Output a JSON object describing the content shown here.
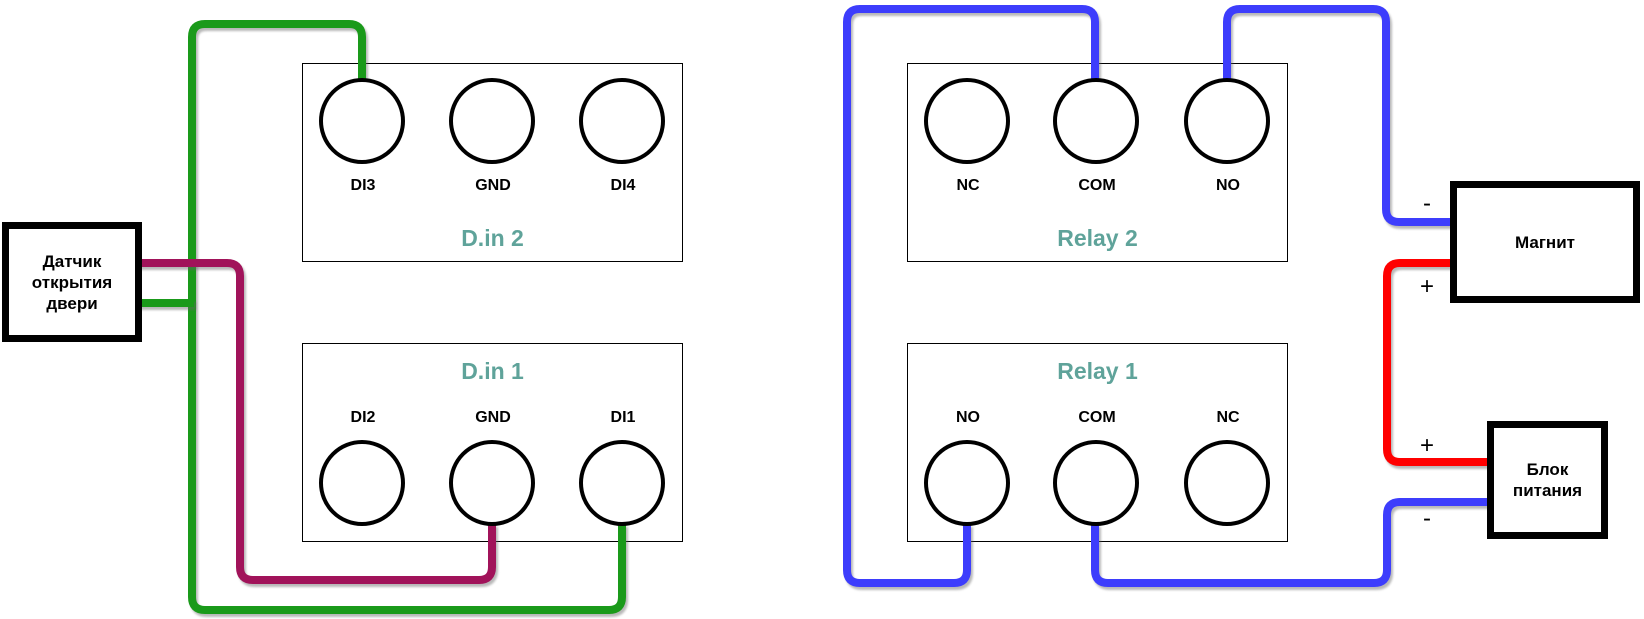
{
  "colors": {
    "accent_title": "#5fa39a",
    "wire_green": "#1a9a1a",
    "wire_purple": "#a1135a",
    "wire_blue": "#3d3dfc",
    "wire_red": "#ff0000",
    "outline": "#000000",
    "background": "#ffffff"
  },
  "modules": [
    {
      "title": "D.in 2",
      "terminals": [
        "DI3",
        "GND",
        "DI4"
      ]
    },
    {
      "title": "D.in 1",
      "terminals": [
        "DI2",
        "GND",
        "DI1"
      ]
    },
    {
      "title": "Relay 2",
      "terminals": [
        "NC",
        "COM",
        "NO"
      ]
    },
    {
      "title": "Relay 1",
      "terminals": [
        "NO",
        "COM",
        "NC"
      ]
    }
  ],
  "devices": {
    "sensor": {
      "label": "Датчик\nоткрытия\nдвери"
    },
    "magnet": {
      "label": "Магнит",
      "neg": "-",
      "pos": "+"
    },
    "psu": {
      "label": "Блок\nпитания",
      "pos": "+",
      "neg": "-"
    }
  }
}
